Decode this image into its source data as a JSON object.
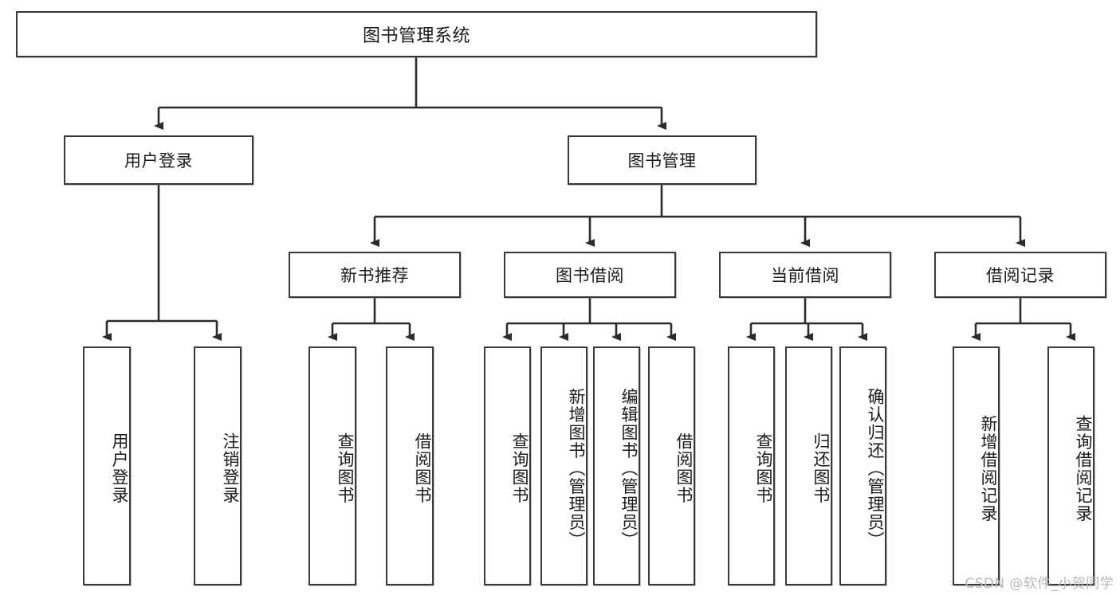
{
  "diagram": {
    "type": "tree",
    "title": "图书管理系统",
    "watermark": "CSDN @软件_小贺同学",
    "colors": {
      "box_border": "#3a3a3a",
      "box_fill": "#ffffff",
      "line": "#2b2b2b",
      "text": "#1a1a1a",
      "watermark": "#b9b9b9"
    },
    "root": {
      "label": "图书管理系统"
    },
    "level2": [
      {
        "label": "用户登录"
      },
      {
        "label": "图书管理"
      }
    ],
    "level3": [
      {
        "label": "新书推荐"
      },
      {
        "label": "图书借阅"
      },
      {
        "label": "当前借阅"
      },
      {
        "label": "借阅记录"
      }
    ],
    "leaves": {
      "user_login": [
        {
          "label": "用户登录"
        },
        {
          "label": "注销登录"
        }
      ],
      "new_book_recommend": [
        {
          "label": "查询图书"
        },
        {
          "label": "借阅图书"
        }
      ],
      "book_borrow": [
        {
          "label": "查询图书"
        },
        {
          "label": "新增图书（管理员）"
        },
        {
          "label": "编辑图书（管理员）"
        },
        {
          "label": "借阅图书"
        }
      ],
      "current_borrow": [
        {
          "label": "查询图书"
        },
        {
          "label": "归还图书"
        },
        {
          "label": "确认归还（管理员）"
        }
      ],
      "borrow_record": [
        {
          "label": "新增借阅记录"
        },
        {
          "label": "查询借阅记录"
        }
      ]
    }
  }
}
